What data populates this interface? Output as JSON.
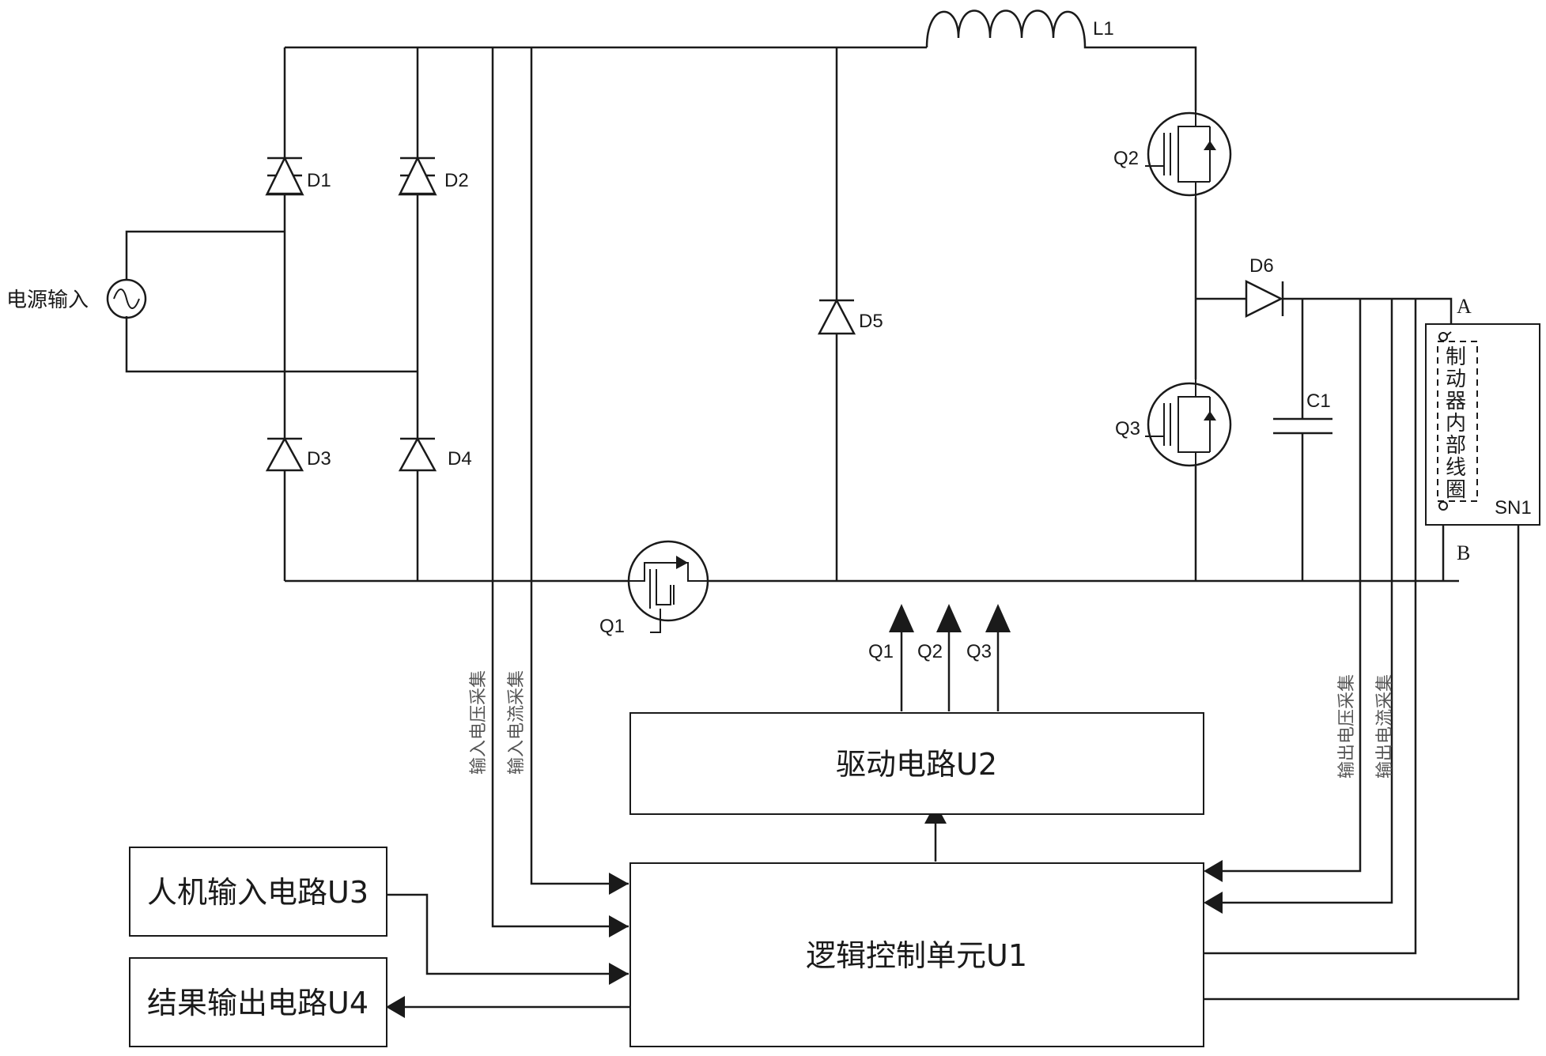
{
  "labels": {
    "power_input": "电源输入",
    "D1": "D1",
    "D2": "D2",
    "D3": "D3",
    "D4": "D4",
    "D5": "D5",
    "D6": "D6",
    "L1": "L1",
    "Q1": "Q1",
    "Q2": "Q2",
    "Q3": "Q3",
    "C1": "C1",
    "A": "A",
    "B": "B",
    "SN1": "SN1",
    "coil": [
      "制",
      "动",
      "器",
      "内",
      "部",
      "线",
      "圈"
    ]
  },
  "sense": {
    "input_voltage": "输入电压采集",
    "input_current": "输入电流采集",
    "output_voltage": "输出电压采集",
    "output_current": "输出电流采集"
  },
  "drive_signals": [
    "Q1",
    "Q2",
    "Q3"
  ],
  "blocks": {
    "U2": "驱动电路U2",
    "U1": "逻辑控制单元U1",
    "U3": "人机输入电路U3",
    "U4": "结果输出电路U4"
  }
}
